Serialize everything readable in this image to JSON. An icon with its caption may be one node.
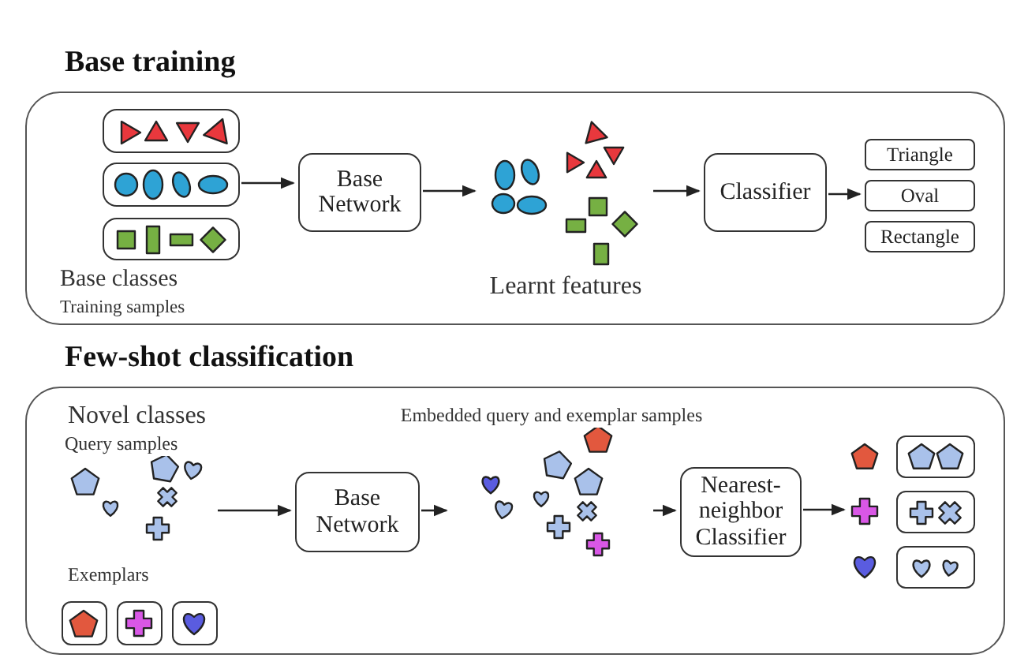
{
  "diagram": {
    "nodes": [
      {
        "text": [
          "Base training"
        ]
      },
      {
        "text": [],
        "shape": "box",
        "in": 0
      },
      {
        "text": [],
        "shape": "box",
        "in": 0
      },
      {
        "text": [],
        "shape": "box",
        "in": 0
      },
      {
        "text": [
          "Base Network"
        ],
        "in": 0
      },
      {
        "text": [
          "Learnt features"
        ],
        "in": 0
      },
      {
        "text": [
          "Classifier"
        ],
        "in": 0
      },
      {
        "text": [
          "Triangle"
        ],
        "in": 0
      },
      {
        "text": [
          "Oval"
        ],
        "in": 0
      },
      {
        "text": [
          "Rectangle"
        ],
        "in": 0
      },
      {
        "text": [
          "Few-shot classification"
        ]
      },
      {
        "text": [
          "Query samples"
        ],
        "in": 10
      },
      {
        "text": [
          "Base Network"
        ],
        "in": 10
      },
      {
        "text": [
          "Embedded query and exemplar samples"
        ],
        "in": 10
      },
      {
        "text": [
          "Nearest-neighbor Classifier"
        ],
        "in": 10
      },
      {
        "text": [],
        "shape": "pentagon",
        "in": 10
      },
      {
        "text": [],
        "shape": "cross",
        "in": 10
      },
      {
        "text": [],
        "shape": "heart",
        "in": 10
      }
    ],
    "edges": [
      {
        "from": 2,
        "to": 4,
        "arrow": "to"
      },
      {
        "from": 4,
        "to": 5,
        "arrow": "to"
      },
      {
        "from": 5,
        "to": 6,
        "arrow": "to"
      },
      {
        "from": 6,
        "to": 8,
        "arrow": "to"
      },
      {
        "from": 11,
        "to": 12,
        "arrow": "to"
      },
      {
        "from": 12,
        "to": 13,
        "arrow": "to"
      },
      {
        "from": 13,
        "to": 14,
        "arrow": "to"
      },
      {
        "from": 14,
        "to": 16,
        "arrow": "to"
      }
    ],
    "labels": [
      "Base classes",
      "Training samples",
      "Novel classes",
      "Exemplars"
    ]
  }
}
